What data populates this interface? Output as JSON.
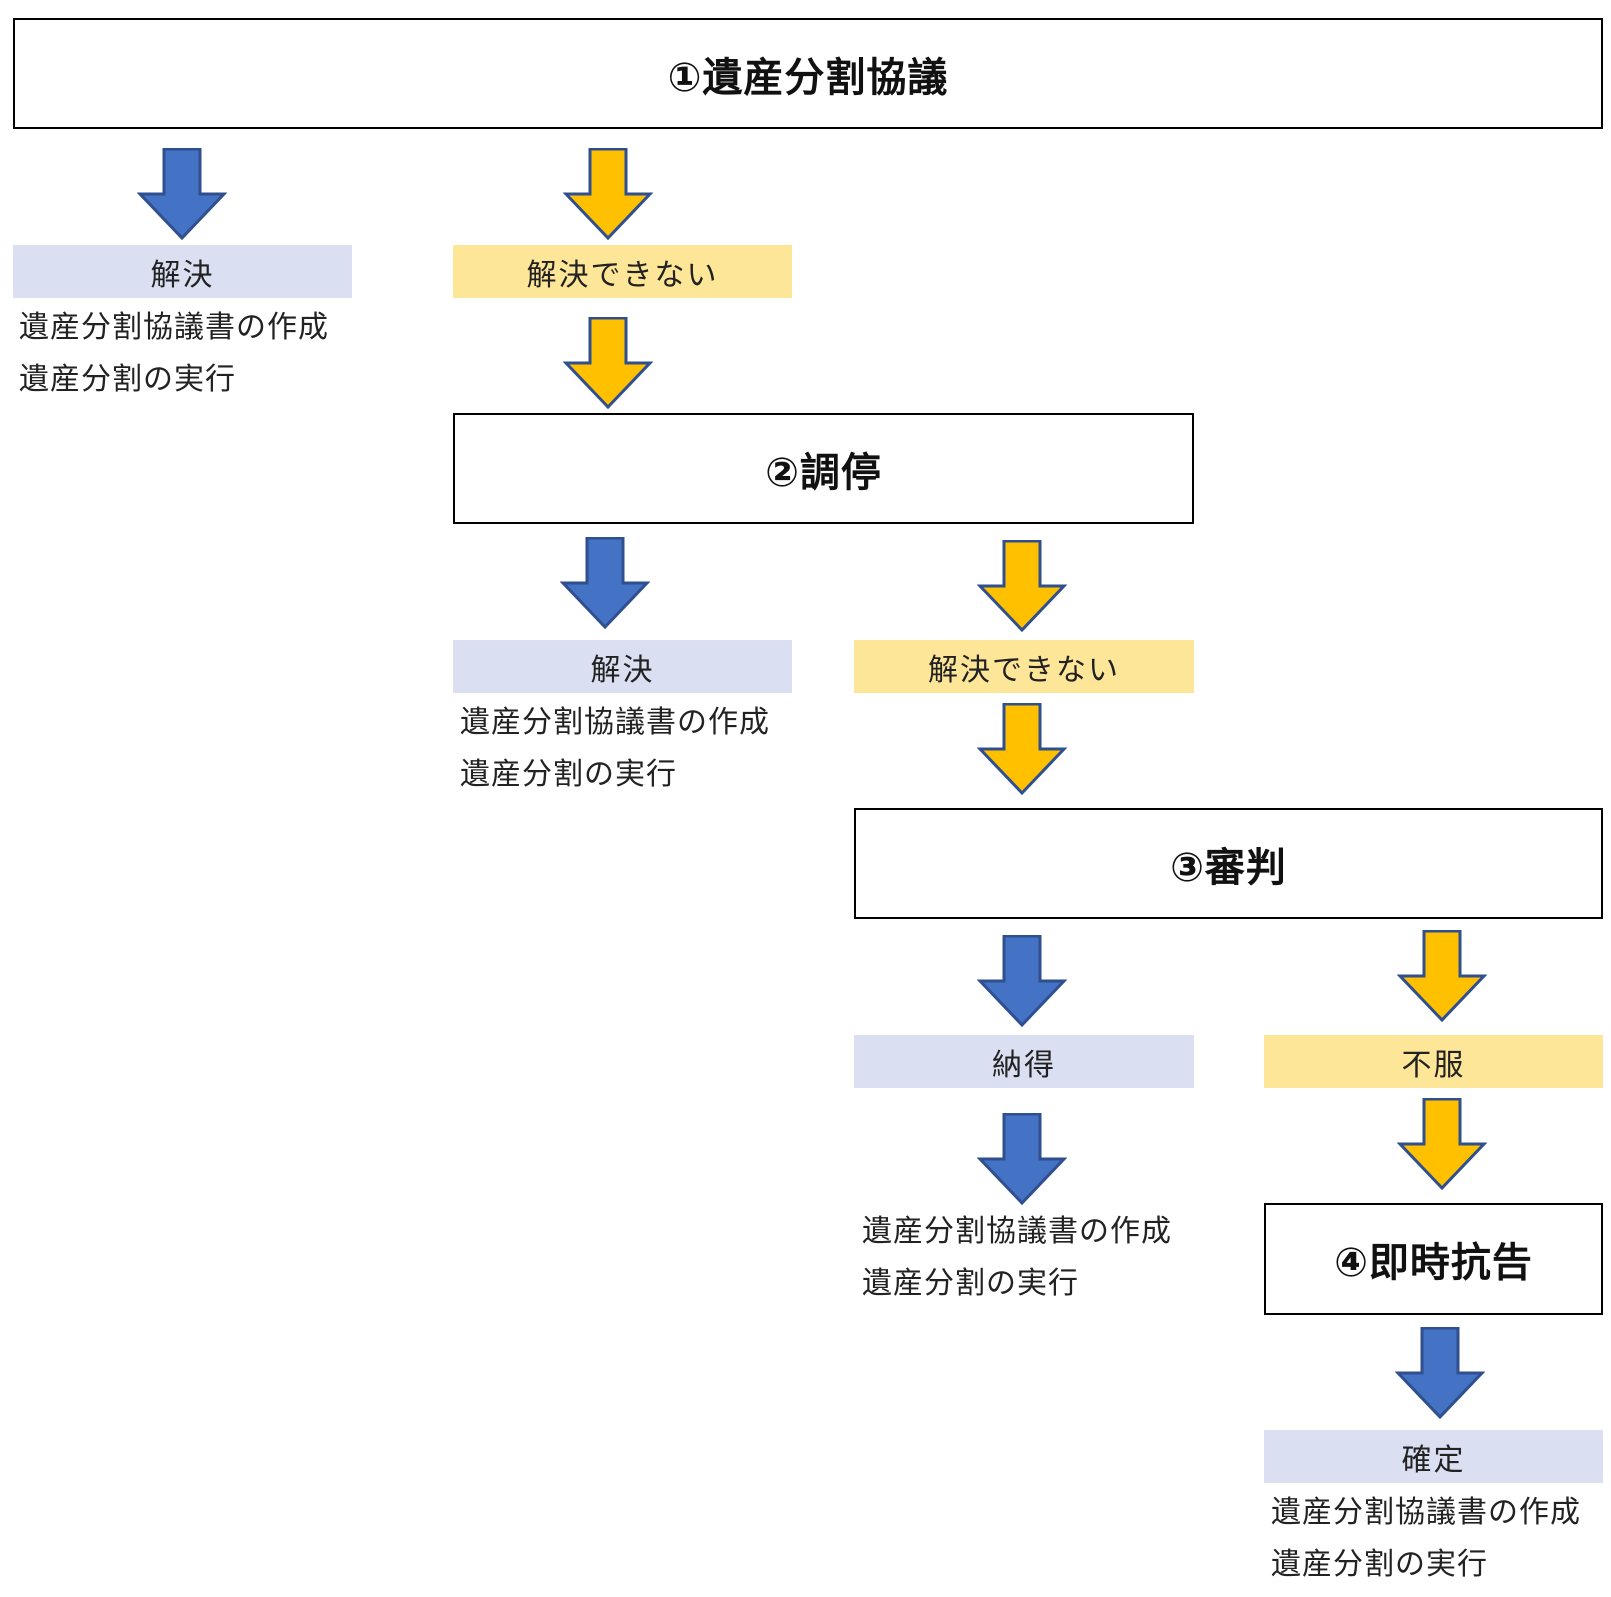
{
  "stages": {
    "s1": "①遺産分割協議",
    "s2": "②調停",
    "s3": "③審判",
    "s4": "④即時抗告"
  },
  "labels": {
    "resolved_1": "解決",
    "unresolved_1": "解決できない",
    "resolved_2": "解決",
    "unresolved_2": "解決できない",
    "accept": "納得",
    "object": "不服",
    "final": "確定"
  },
  "outcome": {
    "line1": "遺産分割協議書の作成",
    "line2": "遺産分割の実行"
  },
  "colors": {
    "blue_arrow": "#4472c4",
    "yellow_arrow": "#ffc000",
    "arrow_outline": "#2f4f8f",
    "blue_label_bg": "#dae0f2",
    "yellow_label_bg": "#fee699"
  }
}
